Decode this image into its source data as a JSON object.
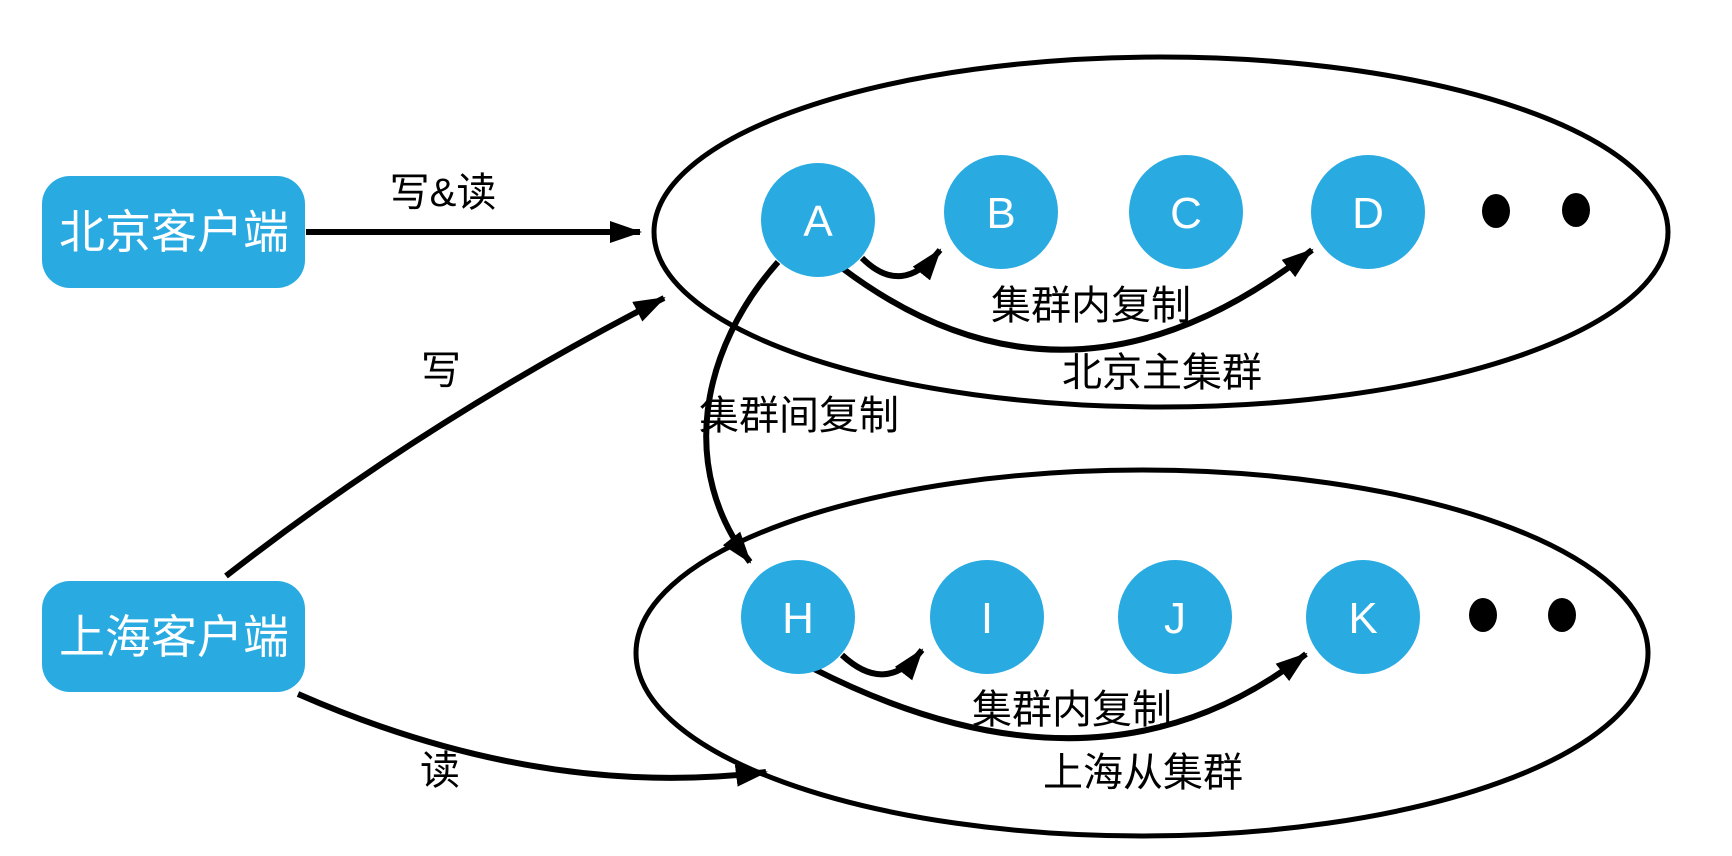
{
  "colors": {
    "node_fill": "#29abe2",
    "line": "#000000",
    "node_text": "#ffffff",
    "label_text": "#000000"
  },
  "clients": {
    "beijing": {
      "label": "北京客户端"
    },
    "shanghai": {
      "label": "上海客户端"
    }
  },
  "clusters": {
    "beijing": {
      "name": "北京主集群",
      "nodes": [
        "A",
        "B",
        "C",
        "D"
      ],
      "intra_label": "集群内复制"
    },
    "shanghai": {
      "name": "上海从集群",
      "nodes": [
        "H",
        "I",
        "J",
        "K"
      ],
      "intra_label": "集群内复制"
    }
  },
  "edges": {
    "write_read": "写&读",
    "write": "写",
    "read": "读",
    "inter_cluster": "集群间复制"
  }
}
